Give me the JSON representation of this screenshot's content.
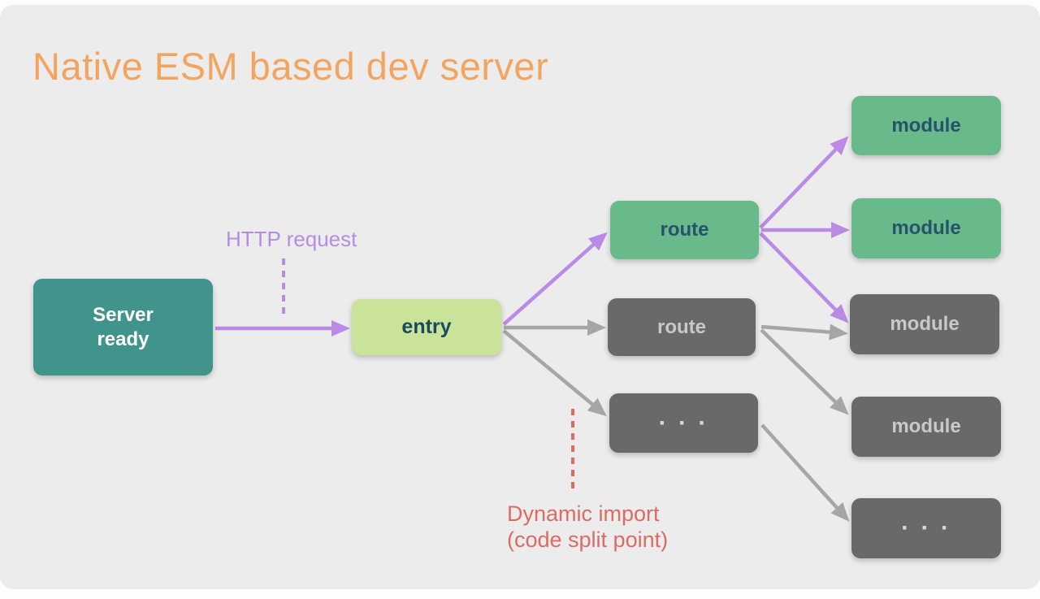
{
  "slide": {
    "title": "Native ESM based dev server",
    "title_color": "#F2A561",
    "background_color": "#ECECEC"
  },
  "nodes": {
    "server_ready": {
      "label": "Server\nready",
      "bg": "#41948B",
      "text_color": "#FFFFFF"
    },
    "entry": {
      "label": "entry",
      "bg": "#C9E39A",
      "text_color": "#1B4A5F"
    },
    "route_1": {
      "label": "route",
      "bg": "#68BA8B",
      "text_color": "#27536A"
    },
    "route_2": {
      "label": "route",
      "bg": "#696969",
      "text_color": "#C9C9C9"
    },
    "ellipsis_mid": {
      "label": "· · ·",
      "bg": "#696969",
      "text_color": "#D9D9D9"
    },
    "module_1": {
      "label": "module",
      "bg": "#68BA8B",
      "text_color": "#27536A"
    },
    "module_2": {
      "label": "module",
      "bg": "#68BA8B",
      "text_color": "#27536A"
    },
    "module_3": {
      "label": "module",
      "bg": "#696969",
      "text_color": "#C9C9C9"
    },
    "module_4": {
      "label": "module",
      "bg": "#696969",
      "text_color": "#C9C9C9"
    },
    "ellipsis_right": {
      "label": "· · ·",
      "bg": "#696969",
      "text_color": "#D9D9D9"
    }
  },
  "annotations": {
    "http_request": {
      "label": "HTTP request",
      "color": "#B78BE3"
    },
    "dynamic_import": {
      "label": "Dynamic import\n(code split point)",
      "color": "#DB6B64"
    }
  },
  "edges": [
    {
      "from": "server_ready",
      "to": "entry",
      "color": "#B98BE4",
      "style": "solid-arrow"
    },
    {
      "from": "entry",
      "to": "route_1",
      "color": "#B98BE4",
      "style": "solid-arrow"
    },
    {
      "from": "entry",
      "to": "route_2",
      "color": "#A6A6A6",
      "style": "solid-arrow"
    },
    {
      "from": "entry",
      "to": "ellipsis_mid",
      "color": "#A6A6A6",
      "style": "solid-arrow"
    },
    {
      "from": "route_1",
      "to": "module_1",
      "color": "#B98BE4",
      "style": "solid-arrow"
    },
    {
      "from": "route_1",
      "to": "module_2",
      "color": "#B98BE4",
      "style": "solid-arrow"
    },
    {
      "from": "route_1",
      "to": "module_3",
      "color": "#B98BE4",
      "style": "solid-arrow"
    },
    {
      "from": "route_2",
      "to": "module_3",
      "color": "#A6A6A6",
      "style": "solid-arrow"
    },
    {
      "from": "route_2",
      "to": "module_4",
      "color": "#A6A6A6",
      "style": "solid-arrow"
    },
    {
      "from": "ellipsis_mid",
      "to": "ellipsis_right",
      "color": "#A6A6A6",
      "style": "solid-arrow"
    },
    {
      "from": "http_request_label",
      "to": "server_ready_entry_arrow",
      "color": "#B98BE4",
      "style": "dashed-leader"
    },
    {
      "from": "dynamic_import_label",
      "to": "entry_ellipsis_arrow",
      "color": "#DB6B64",
      "style": "dashed-leader"
    }
  ]
}
